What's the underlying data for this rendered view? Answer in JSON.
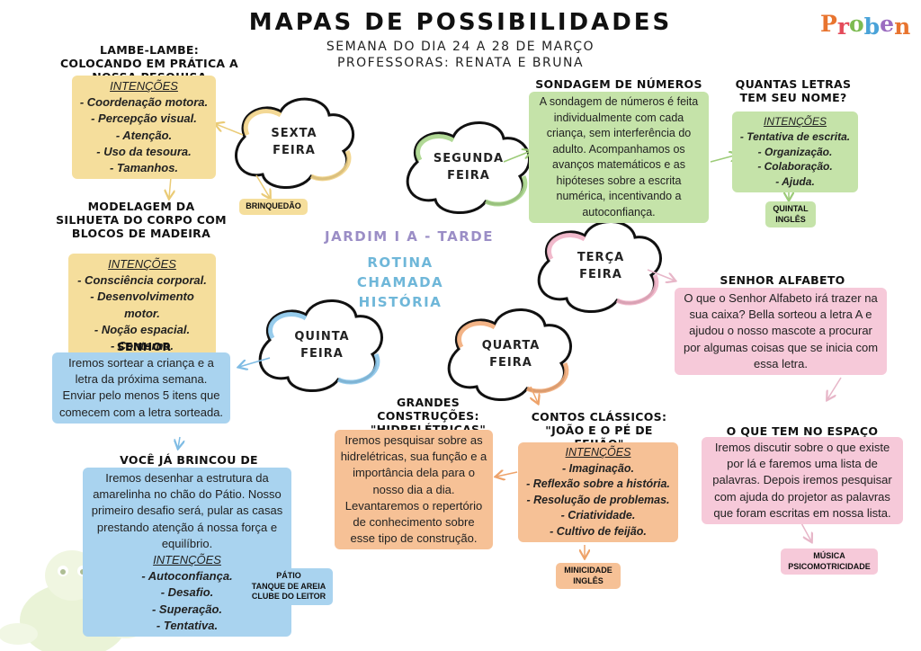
{
  "header": {
    "title": "MAPAS DE POSSIBILIDADES",
    "week": "SEMANA DO DIA  24 A 28 DE MARÇO",
    "teachers": "PROFESSORAS: RENATA E BRUNA"
  },
  "logo": {
    "letters": [
      "P",
      "r",
      "o",
      "b",
      "e",
      "n"
    ],
    "colors": [
      "#e8742f",
      "#e44b5a",
      "#7dbb52",
      "#4aa3d8",
      "#9b6cc0",
      "#e8742f"
    ]
  },
  "center": {
    "class_name": "JARDIM I A - TARDE",
    "routine": [
      "ROTINA",
      "CHAMADA",
      "HISTÓRIA"
    ],
    "class_color": "#9b8ec6",
    "routine_color": "#6fb7d9"
  },
  "days": {
    "sexta": "SEXTA\nFEIRA",
    "segunda": "SEGUNDA\nFEIRA",
    "terca": "TERÇA\nFEIRA",
    "quarta": "QUARTA\nFEIRA",
    "quinta": "QUINTA\nFEIRA"
  },
  "sexta": {
    "lambe_title": "LAMBE-LAMBE: COLOCANDO EM PRÁTICA A NOSSA PESQUISA",
    "lambe_intent_label": "INTENÇÕES",
    "lambe_items": [
      "- Coordenação motora.",
      "- Percepção visual.",
      "- Atenção.",
      "- Uso da tesoura.",
      "- Tamanhos."
    ],
    "tag": "BRINQUEDÃO",
    "modelagem_title": "MODELAGEM DA SILHUETA DO CORPO COM BLOCOS DE MADEIRA",
    "modelagem_intent_label": "INTENÇÕES",
    "modelagem_items": [
      "- Consciência corporal.",
      "- Desenvolvimento motor.",
      "- Noção espacial.",
      "- Contorno."
    ]
  },
  "segunda": {
    "sondagem_title": "SONDAGEM DE NÚMEROS",
    "sondagem_text": "A sondagem de números é feita individualmente com cada criança, sem interferência do adulto. Acompanhamos os avanços matemáticos e as hipóteses sobre a escrita numérica, incentivando a autoconfiança.",
    "letras_title": "QUANTAS LETRAS TEM SEU NOME?",
    "letras_intent_label": "INTENÇÕES",
    "letras_items": [
      "- Tentativa de escrita.",
      "- Organização.",
      "- Colaboração.",
      "- Ajuda."
    ],
    "tag_line1": "QUINTAL",
    "tag_line2": "INGLÊS"
  },
  "terca": {
    "alfabeto_title": "SENHOR ALFABETO",
    "alfabeto_text": "O que o Senhor Alfabeto irá trazer na sua caixa? Bella sorteou a letra A e ajudou o nosso mascote a procurar por algumas coisas que se inicia com essa letra.",
    "espaco_title": "O QUE TEM NO ESPAÇO SIDERAL?",
    "espaco_text": "Iremos discutir sobre o que existe por lá e faremos uma lista de palavras. Depois iremos pesquisar com ajuda do projetor as palavras que foram escritas em nossa lista.",
    "tag_line1": "MÚSICA",
    "tag_line2": "PSICOMOTRICIDADE"
  },
  "quarta": {
    "contos_title": "CONTOS CLÁSSICOS: \"JOÃO E O PÉ DE FEIJÃO\"",
    "contos_intent_label": "INTENÇÕES",
    "contos_items": [
      "- Imaginação.",
      "- Reflexão sobre a história.",
      "- Resolução de problemas.",
      "- Criatividade.",
      "- Cultivo de feijão."
    ],
    "construcoes_title": "GRANDES CONSTRUÇÕES: \"HIDRELÉTRICAS\"",
    "construcoes_text1": "Iremos pesquisar sobre as hidrelétricas, sua função e a importância dela para o nosso dia a dia.",
    "construcoes_text2": "Levantaremos o repertório de conhecimento sobre esse tipo de construção.",
    "tag_line1": "MINICIDADE",
    "tag_line2": "INGLÊS"
  },
  "quinta": {
    "alfabeto_title": "SENHOR ALFABETO",
    "alfabeto_text": "Iremos sortear a criança e a letra da próxima semana. Enviar pelo menos 5 itens que comecem com a letra sorteada.",
    "amarelinha_title": "VOCÊ JÁ BRINCOU DE AMARELINHA?",
    "amarelinha_text": "Iremos desenhar a estrutura da amarelinha no chão do Pátio. Nosso primeiro desafio será, pular as casas prestando atenção á nossa força e equilíbrio.",
    "amarelinha_intent_label": "INTENÇÕES",
    "amarelinha_items": [
      "- Autoconfiança.",
      "- Desafio.",
      "- Superação.",
      "- Tentativa."
    ],
    "tag_line1": "PÁTIO",
    "tag_line2": "TANQUE DE AREIA",
    "tag_line3": "CLUBE DO LEITOR"
  },
  "colors": {
    "sexta": "#f5de9c",
    "segunda": "#c5e3a9",
    "terca": "#f6c9d9",
    "quarta": "#f6c196",
    "quinta": "#a9d3ef"
  }
}
